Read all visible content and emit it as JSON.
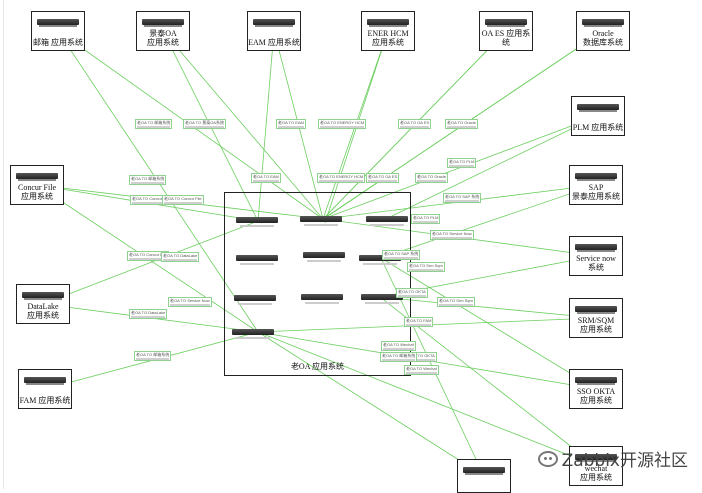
{
  "diagram": {
    "nodes": [
      {
        "id": "mail",
        "label": "邮箱 应用系统"
      },
      {
        "id": "jx_oa",
        "label": "景泰OA\n应用系统"
      },
      {
        "id": "eam",
        "label": "EAM 应用系统"
      },
      {
        "id": "ener",
        "label": "ENER HCM\n应用系统"
      },
      {
        "id": "oa_es",
        "label": "OA ES 应用系统"
      },
      {
        "id": "oracle",
        "label": "Oracle\n数据库系统"
      },
      {
        "id": "plm",
        "label": "PLM 应用系统"
      },
      {
        "id": "sap",
        "label": "SAP\n景泰应用系统"
      },
      {
        "id": "concur",
        "label": "Concur File\n应用系统"
      },
      {
        "id": "servicenow",
        "label": "Service now\n系统"
      },
      {
        "id": "datalake",
        "label": "DataLake\n应用系统"
      },
      {
        "id": "srm",
        "label": "SRM/SQM\n应用系统"
      },
      {
        "id": "fam",
        "label": "FAM 应用系统"
      },
      {
        "id": "sso",
        "label": "SSO OKTA\n应用系统"
      },
      {
        "id": "wechat",
        "label": "wechat\n应用系统"
      },
      {
        "id": "bottom",
        "label": ""
      }
    ],
    "center": {
      "label": "老OA 应用系统"
    },
    "edge_labels": [
      "老OA TO 邮箱系统",
      "老OA TO 景泰OA系统",
      "老OA TO EAM",
      "老OA TO ENERGY HCM",
      "老OA TO OA ES",
      "老OA TO Oracle",
      "老OA TO 邮箱系统",
      "老OA TO EAM",
      "老OA TO ENERGY HCM",
      "老OA TO OA ES",
      "老OA TO PLM",
      "老OA TO Oracle",
      "老OA TO Concur File",
      "老OA TO Concur File",
      "老OA TO SAP 系统",
      "老OA TO PLM",
      "老OA TO Service Now",
      "老OA TO Concur File",
      "老OA TO DataLake",
      "老OA TO SAP 系统",
      "老OA TO Srm Sqm",
      "老OA TO DataLake",
      "老OA TO Service Now",
      "老OA TO OKTA",
      "老OA TO Srm Sqm",
      "老OA TO FAM",
      "老OA TO 邮箱系统",
      "老OA TO Wechat",
      "老OA TO OKTA",
      "老OA TO Wechat",
      "老OA TO 邮箱系统"
    ],
    "edge_color": "#6ccf5f"
  },
  "watermark": {
    "text": "Zabbix开源社区",
    "icon": "wechat-bubble-icon"
  }
}
